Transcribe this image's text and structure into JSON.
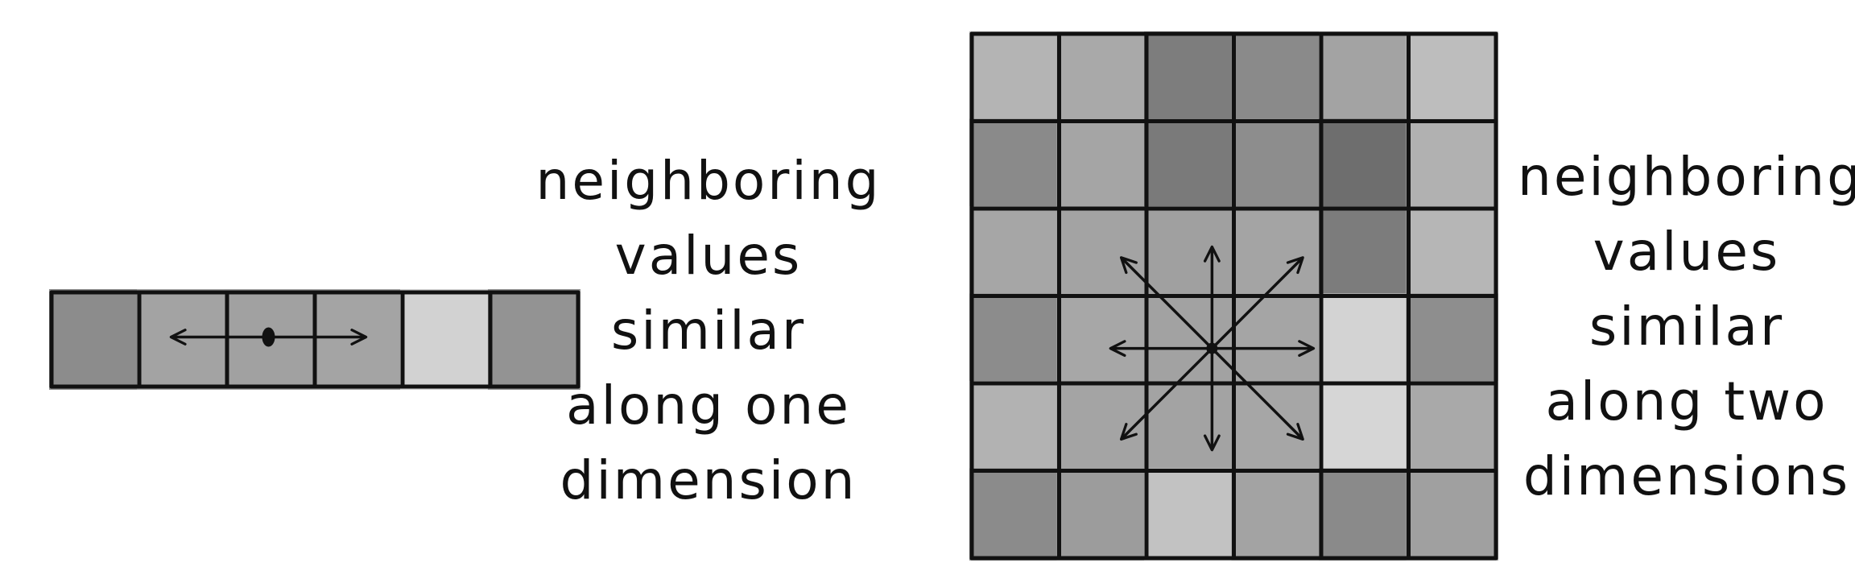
{
  "one_dimensional": {
    "caption_lines": [
      "neighboring",
      "values",
      "similar",
      "along one",
      "dimension"
    ],
    "cell_shades": [
      "#8c8c8c",
      "#a3a3a3",
      "#a1a1a1",
      "#a4a4a4",
      "#d2d2d2",
      "#939393"
    ],
    "center_cell_index": 2
  },
  "two_dimensional": {
    "caption_lines": [
      "neighboring",
      "values",
      "similar",
      "along two",
      "dimensions"
    ],
    "cell_shades": [
      [
        "#b4b4b4",
        "#a9a9a9",
        "#7d7d7d",
        "#8a8a8a",
        "#a3a3a3",
        "#bdbdbd"
      ],
      [
        "#8a8a8a",
        "#a5a5a5",
        "#7a7a7a",
        "#8d8d8d",
        "#6e6e6e",
        "#b1b1b1"
      ],
      [
        "#a6a6a6",
        "#a3a3a3",
        "#a0a0a0",
        "#a4a4a4",
        "#7c7c7c",
        "#b6b6b6"
      ],
      [
        "#8c8c8c",
        "#a7a7a7",
        "#a2a2a2",
        "#a5a5a5",
        "#d3d3d3",
        "#8e8e8e"
      ],
      [
        "#b2b2b2",
        "#a4a4a4",
        "#a3a3a3",
        "#a6a6a6",
        "#d6d6d6",
        "#a9a9a9"
      ],
      [
        "#8b8b8b",
        "#9c9c9c",
        "#c2c2c2",
        "#a3a3a3",
        "#8a8a8a",
        "#a0a0a0"
      ]
    ],
    "center_cell": [
      3,
      2
    ]
  }
}
